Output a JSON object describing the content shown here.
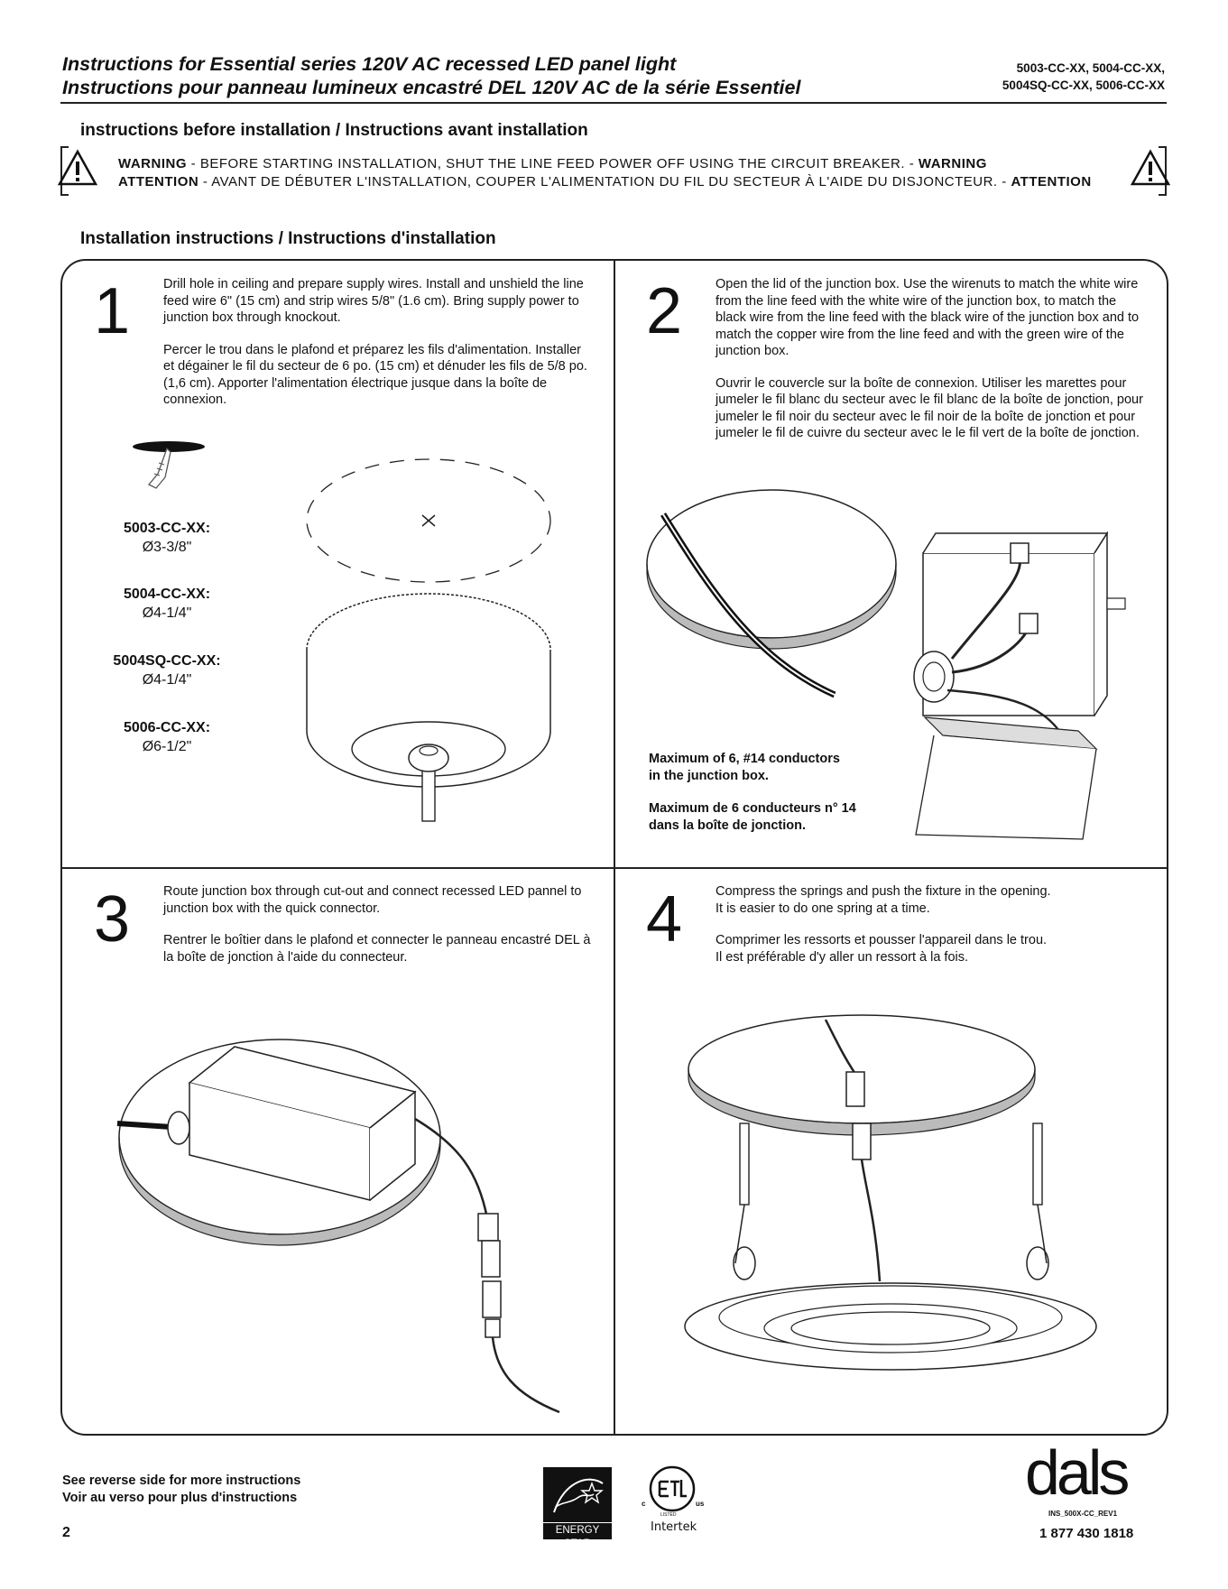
{
  "header": {
    "title_en": "Instructions for Essential series 120V AC recessed LED panel light",
    "title_fr": "Instructions pour panneau lumineux encastré DEL 120V AC de la série Essentiel",
    "models_line1": "5003-CC-XX, 5004-CC-XX,",
    "models_line2": "5004SQ-CC-XX, 5006-CC-XX"
  },
  "before": {
    "title": "instructions before installation / Instructions avant installation",
    "warning_lead": "WARNING",
    "warning_text": " - BEFORE STARTING INSTALLATION, SHUT THE LINE FEED POWER OFF USING THE CIRCUIT BREAKER. - ",
    "warning_tail": "WARNING",
    "attention_lead": "ATTENTION",
    "attention_text": " - AVANT DE DÉBUTER L'INSTALLATION, COUPER L'ALIMENTATION DU FIL DU SECTEUR À L'AIDE DU DISJONCTEUR. - ",
    "attention_tail": "ATTENTION"
  },
  "install_title": "Installation instructions / Instructions d'installation",
  "steps": [
    {
      "number": "1",
      "en": "Drill hole in ceiling and prepare supply wires. Install and unshield the line feed wire 6\" (15 cm) and strip wires 5/8\" (1.6 cm). Bring supply power to junction box through knockout.",
      "fr": "Percer le trou dans le plafond et préparez les fils d'alimentation. Installer et dégainer le fil du secteur de 6 po. (15 cm) et dénuder les fils de 5/8 po. (1,6 cm). Apporter l'alimentation électrique jusque dans la boîte de connexion.",
      "specs": [
        {
          "model": "5003-CC-XX:",
          "size": "Ø3-3/8\""
        },
        {
          "model": "5004-CC-XX:",
          "size": "Ø4-1/4\""
        },
        {
          "model": "5004SQ-CC-XX:",
          "size": "Ø4-1/4\""
        },
        {
          "model": "5006-CC-XX:",
          "size": "Ø6-1/2\""
        }
      ]
    },
    {
      "number": "2",
      "en": "Open the lid of the junction box. Use the wirenuts to match the white wire from the line feed with the white wire of the junction box, to match the black wire from the line feed with the black wire of the junction box and to match the copper wire from the line feed and with the green wire of the junction box.",
      "fr": "Ouvrir le couvercle sur la boîte de connexion. Utiliser les marettes pour jumeler le fil blanc du secteur avec le fil blanc de la boîte de jonction, pour jumeler le fil noir du secteur avec le fil noir de la boîte de jonction et pour jumeler le fil de cuivre du secteur avec le le fil vert de la boîte de jonction.",
      "note_en_1": "Maximum of 6, #14 conductors",
      "note_en_2": "in the junction box.",
      "note_fr_1": "Maximum de 6 conducteurs n° 14",
      "note_fr_2": "dans la boîte de jonction."
    },
    {
      "number": "3",
      "en": "Route junction box through cut-out and connect recessed LED pannel to junction box with the quick connector.",
      "fr": "Rentrer le boîtier dans le plafond et connecter le panneau encastré DEL à la boîte de jonction à l'aide du connecteur."
    },
    {
      "number": "4",
      "en_1": "Compress the springs and push the fixture in the opening.",
      "en_2": "It is easier to do one spring at a time.",
      "fr_1": "Comprimer les ressorts et pousser l'appareil dans le trou.",
      "fr_2": "Il est préférable d'y aller un ressort à la fois."
    }
  ],
  "footer": {
    "see_reverse_en": "See reverse side for more instructions",
    "see_reverse_fr": "Voir au verso pour plus d'instructions",
    "page_number": "2",
    "energy_star": "ENERGY STAR",
    "etl_c": "c",
    "etl_us": "us",
    "etl_listed": "LISTED",
    "intertek": "Intertek",
    "brand": "dals",
    "doc_code": "INS_500X-CC_REV1",
    "phone": "1 877 430 1818"
  }
}
